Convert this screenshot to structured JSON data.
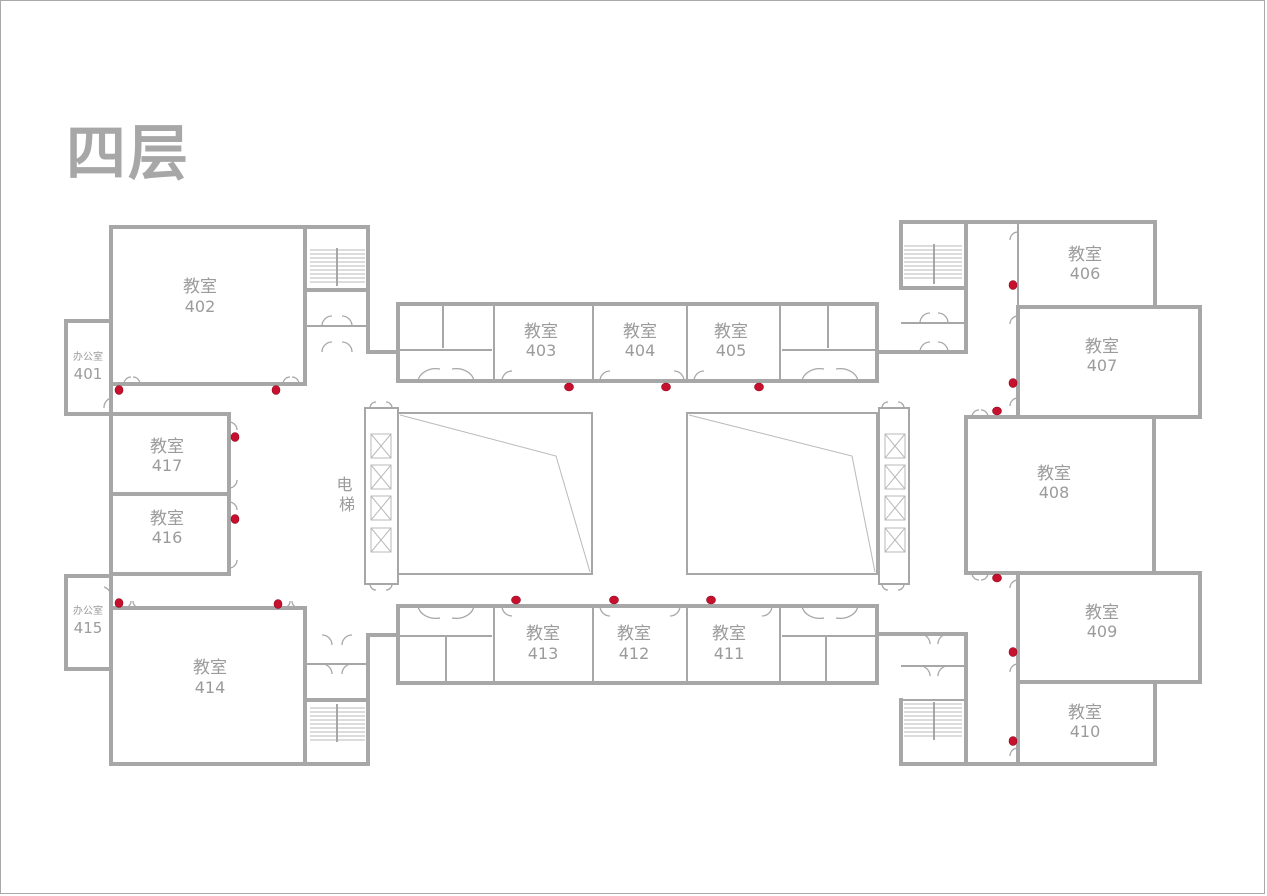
{
  "floor_title": "四层",
  "elevator_label": "电梯",
  "rooms": [
    {
      "id": "402",
      "type": "教室",
      "number": "402"
    },
    {
      "id": "401",
      "type": "办公室",
      "number": "401"
    },
    {
      "id": "417",
      "type": "教室",
      "number": "417"
    },
    {
      "id": "416",
      "type": "教室",
      "number": "416"
    },
    {
      "id": "415",
      "type": "办公室",
      "number": "415"
    },
    {
      "id": "414",
      "type": "教室",
      "number": "414"
    },
    {
      "id": "403",
      "type": "教室",
      "number": "403"
    },
    {
      "id": "404",
      "type": "教室",
      "number": "404"
    },
    {
      "id": "405",
      "type": "教室",
      "number": "405"
    },
    {
      "id": "413",
      "type": "教室",
      "number": "413"
    },
    {
      "id": "412",
      "type": "教室",
      "number": "412"
    },
    {
      "id": "411",
      "type": "教室",
      "number": "411"
    },
    {
      "id": "406",
      "type": "教室",
      "number": "406"
    },
    {
      "id": "407",
      "type": "教室",
      "number": "407"
    },
    {
      "id": "408",
      "type": "教室",
      "number": "408"
    },
    {
      "id": "409",
      "type": "教室",
      "number": "409"
    },
    {
      "id": "410",
      "type": "教室",
      "number": "410"
    }
  ],
  "colors": {
    "wall": "#a7a7a7",
    "label": "#9b9b9b",
    "marker": "#c8102e",
    "border": "#a9a9a9"
  },
  "icons": [
    "elevator-icon",
    "stairs-icon",
    "door-icon",
    "marker-dot"
  ]
}
